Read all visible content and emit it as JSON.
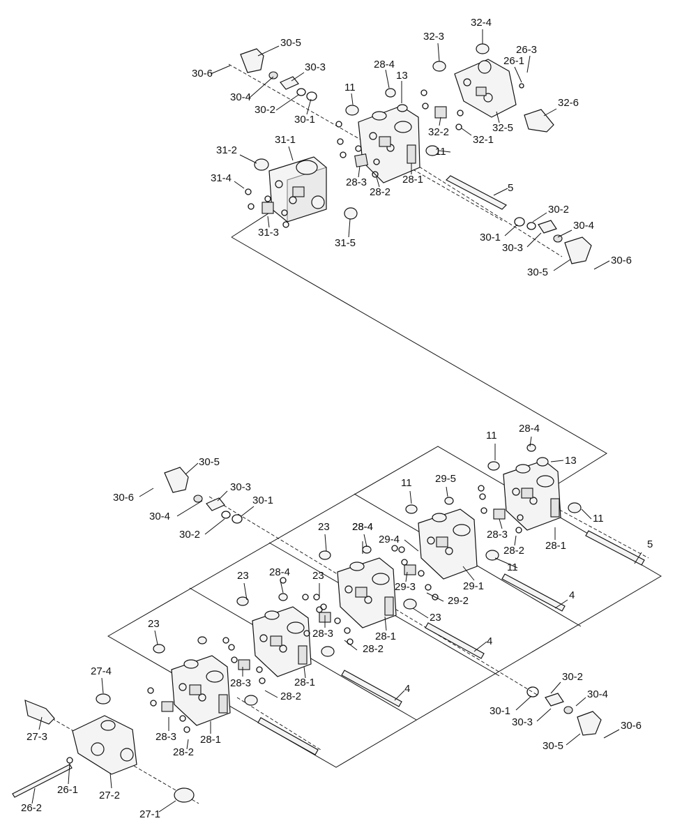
{
  "figure": {
    "labels": [
      "30-5",
      "30-6",
      "30-4",
      "30-3",
      "30-2",
      "30-1",
      "11",
      "28-4",
      "13",
      "32-3",
      "32-4",
      "26-3",
      "26-1",
      "32-6",
      "32-2",
      "32-1",
      "32-5",
      "31-1",
      "31-2",
      "31-4",
      "28-3",
      "28-2",
      "28-1",
      "11",
      "5",
      "31-3",
      "31-5",
      "30-2",
      "30-1",
      "30-4",
      "30-3",
      "30-6",
      "30-5",
      "11",
      "28-4",
      "13",
      "11",
      "29-5",
      "11",
      "30-5",
      "30-6",
      "30-3",
      "30-1",
      "30-4",
      "30-2",
      "23",
      "28-4",
      "29-4",
      "28-3",
      "28-2",
      "5",
      "28-1",
      "11",
      "29-3",
      "29-1",
      "29-2",
      "23",
      "28-4",
      "4",
      "23",
      "28-3",
      "28-1",
      "28-2",
      "23",
      "28-4",
      "4",
      "23",
      "28-3",
      "28-1",
      "28-2",
      "27-4",
      "4",
      "30-2",
      "30-1",
      "30-4",
      "30-3",
      "30-6",
      "30-5",
      "27-3",
      "28-3",
      "28-1",
      "28-2",
      "26-1",
      "27-2",
      "26-2",
      "27-1"
    ]
  }
}
